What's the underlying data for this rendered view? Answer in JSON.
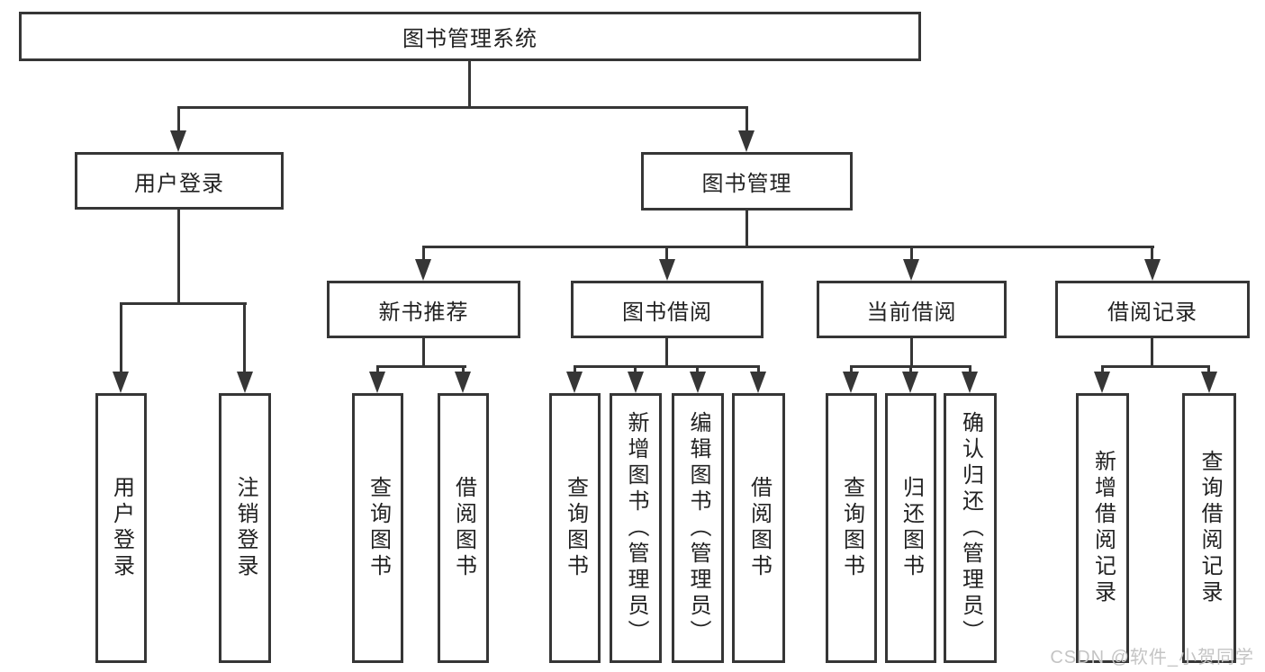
{
  "diagram": {
    "root": {
      "label": "图书管理系统"
    },
    "level2": [
      {
        "label": "用户登录"
      },
      {
        "label": "图书管理"
      }
    ],
    "level3": [
      {
        "label": "新书推荐",
        "parent": "图书管理"
      },
      {
        "label": "图书借阅",
        "parent": "图书管理"
      },
      {
        "label": "当前借阅",
        "parent": "图书管理"
      },
      {
        "label": "借阅记录",
        "parent": "图书管理"
      }
    ],
    "leaves": [
      {
        "label": "用户登录",
        "parent": "用户登录"
      },
      {
        "label": "注销登录",
        "parent": "用户登录"
      },
      {
        "label": "查询图书",
        "parent": "新书推荐"
      },
      {
        "label": "借阅图书",
        "parent": "新书推荐"
      },
      {
        "label": "查询图书",
        "parent": "图书借阅"
      },
      {
        "label": "新增图书（管理员）",
        "parent": "图书借阅"
      },
      {
        "label": "编辑图书（管理员）",
        "parent": "图书借阅"
      },
      {
        "label": "借阅图书",
        "parent": "图书借阅"
      },
      {
        "label": "查询图书",
        "parent": "当前借阅"
      },
      {
        "label": "归还图书",
        "parent": "当前借阅"
      },
      {
        "label": "确认归还（管理员）",
        "parent": "当前借阅"
      },
      {
        "label": "新增借阅记录",
        "parent": "借阅记录"
      },
      {
        "label": "查询借阅记录",
        "parent": "借阅记录"
      }
    ],
    "watermark": "CSDN @软件_小贺同学",
    "colors": {
      "line": "#363636",
      "text": "#222222",
      "watermark": "#c4c4c4",
      "background": "#ffffff"
    }
  }
}
